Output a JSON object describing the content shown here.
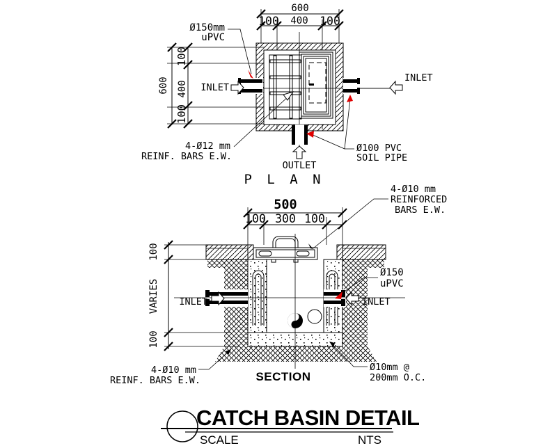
{
  "plan": {
    "title": "P L A N",
    "dim_top_total": "600",
    "dim_top_left": "100",
    "dim_top_mid": "400",
    "dim_top_right": "100",
    "dim_left_total": "600",
    "dim_left_top": "100",
    "dim_left_mid": "400",
    "dim_left_bottom": "100",
    "label_upvc_1": "Ø150mm",
    "label_upvc_2": "uPVC",
    "label_inlet_left": "INLET",
    "label_inlet_right": "INLET",
    "label_rebar_1": "4-Ø12 mm",
    "label_rebar_2": "REINF. BARS E.W.",
    "label_outlet": "OUTLET",
    "label_soilpipe_1": "Ø100 PVC",
    "label_soilpipe_2": "SOIL PIPE"
  },
  "section": {
    "title": "SECTION",
    "dim_top_total": "500",
    "dim_top_left": "100",
    "dim_top_mid": "300",
    "dim_top_right": "100",
    "dim_left_top": "100",
    "dim_left_mid": "VARIES",
    "dim_left_bottom": "100",
    "label_rebar_top_1": "4-Ø10 mm",
    "label_rebar_top_2": "REINFORCED",
    "label_rebar_top_3": "BARS E.W.",
    "label_upvc_1": "Ø150",
    "label_upvc_2": "uPVC",
    "label_inlet_left": "INLET",
    "label_inlet_right": "INLET",
    "label_ties_1": "Ø10mm @",
    "label_ties_2": "200mm O.C.",
    "label_rebar_bottom_1": "4-Ø10 mm",
    "label_rebar_bottom_2": "REINF. BARS E.W."
  },
  "titleblock": {
    "title": "CATCH BASIN DETAIL",
    "scale_label": "SCALE",
    "scale_value": "NTS"
  },
  "colors": {
    "line": "#000000",
    "leader_arrow_red": "#e00000",
    "background": "#ffffff"
  }
}
